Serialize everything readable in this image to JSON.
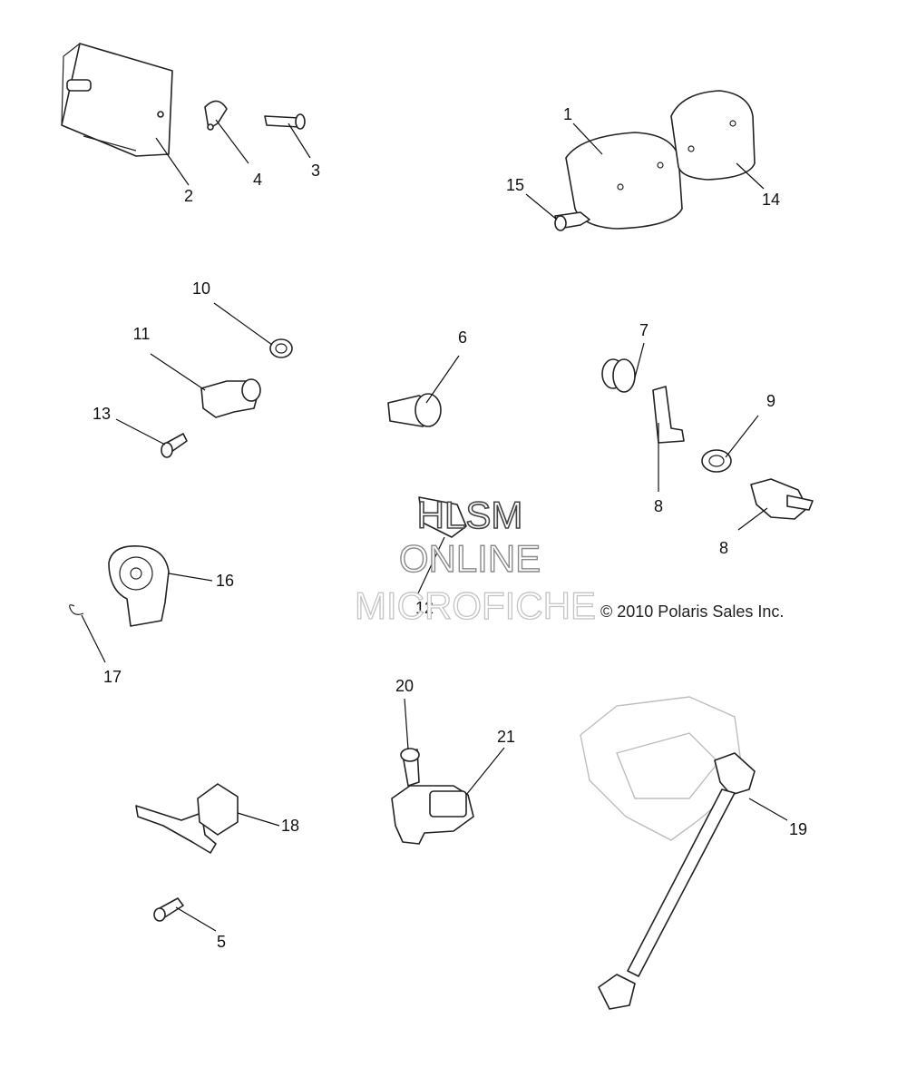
{
  "callouts": [
    "1",
    "2",
    "3",
    "4",
    "5",
    "6",
    "7",
    "8",
    "8",
    "9",
    "10",
    "11",
    "12",
    "13",
    "14",
    "15",
    "16",
    "17",
    "18",
    "19",
    "20",
    "21"
  ],
  "watermark": {
    "line1": "HLSM",
    "line2": "ONLINE",
    "line3": "MICROFICHE"
  },
  "copyright": "© 2010 Polaris Sales Inc.",
  "colors": {
    "line": "#222222",
    "background": "#ffffff",
    "watermark": "#8a8a8a"
  }
}
